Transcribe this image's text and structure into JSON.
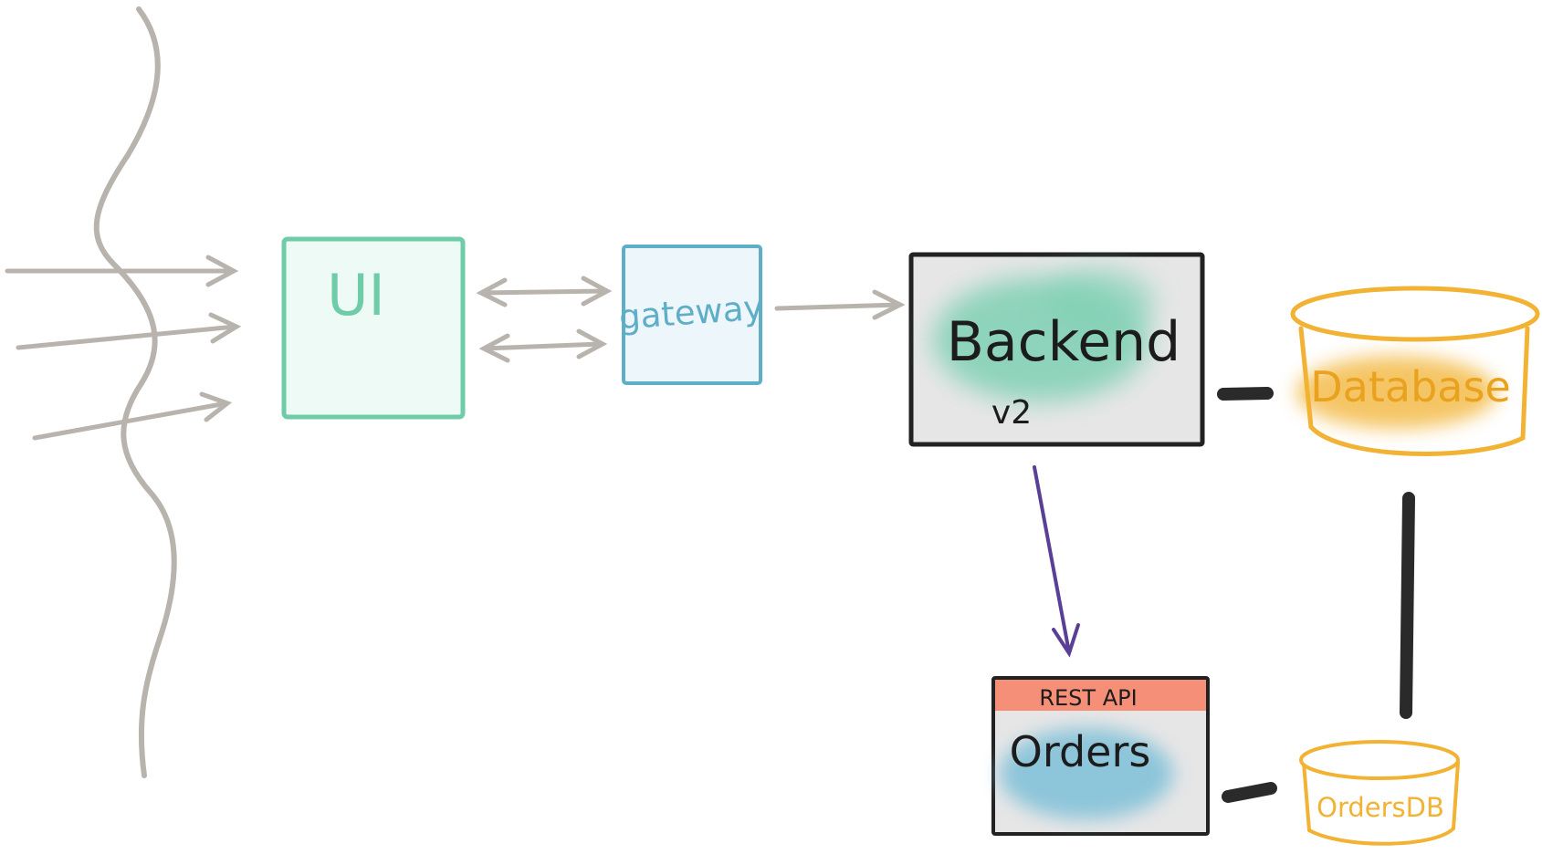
{
  "nodes": {
    "ui": {
      "label": "UI"
    },
    "gateway": {
      "label": "gateway"
    },
    "backend": {
      "label": "Backend",
      "version": "v2"
    },
    "database": {
      "label": "Database"
    },
    "orders": {
      "label": "Orders",
      "tag": "REST API"
    },
    "orders_db": {
      "label": "OrdersDB"
    }
  },
  "colors": {
    "arrow": "#b8b3ad",
    "ui": "#6fcca9",
    "ui_fill": "#eefaf6",
    "gateway": "#5eaec8",
    "gateway_fill": "#edf6fa",
    "backend": "#222222",
    "backend_fill": "#e6e6e6",
    "backend_splash": "#7fd0b4",
    "database": "#f2b233",
    "orders_splash": "#7ec0d8",
    "rest_api_banner": "#f7856b",
    "call_arrow": "#5a3f96",
    "connector": "#2a2a2a"
  },
  "icons": [
    "wavy-boundary-line",
    "request-arrow",
    "bidirectional-arrow",
    "cylinder-database"
  ]
}
